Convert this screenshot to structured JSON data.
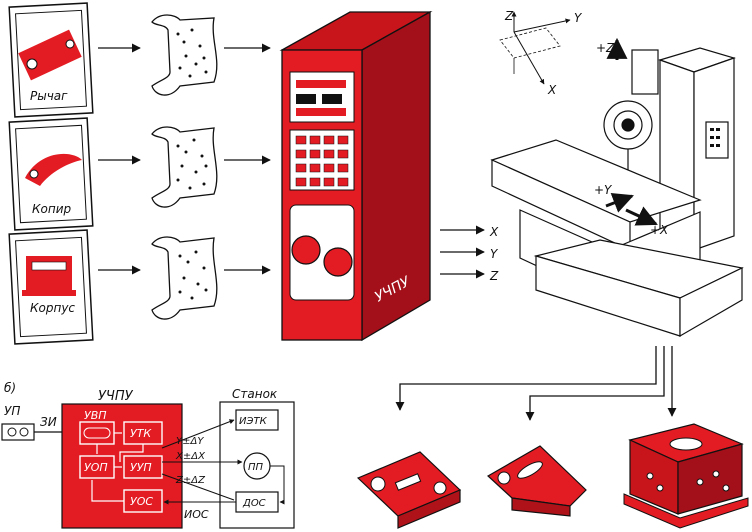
{
  "panel_a": {
    "parts": [
      {
        "label": "Рычаг"
      },
      {
        "label": "Копир"
      },
      {
        "label": "Корпус"
      }
    ],
    "controller_label": "УЧПУ",
    "axes_out": [
      "X",
      "Y",
      "Z"
    ],
    "coord_axes": [
      "Z",
      "Y",
      "X"
    ],
    "machine_labels": {
      "plus_z": "+Z",
      "plus_y": "+Y",
      "plus_x": "+X"
    }
  },
  "panel_b": {
    "tag": "б)",
    "up_label": "УП",
    "zi_label": "ЗИ",
    "controller_title": "УЧПУ",
    "machine_title": "Станок",
    "blocks": {
      "uvp": "УВП",
      "utk": "УТК",
      "uop": "УОП",
      "uup": "УУП",
      "uos": "УОС",
      "ietk": "ИЭТК",
      "pp": "ПП",
      "dos": "ДОС"
    },
    "signals": [
      "Y±ΔY",
      "X±ΔX",
      "Z±ΔZ"
    ],
    "ios_label": "ИОС"
  },
  "colors": {
    "accent": "#e31b23",
    "line": "#111111"
  }
}
